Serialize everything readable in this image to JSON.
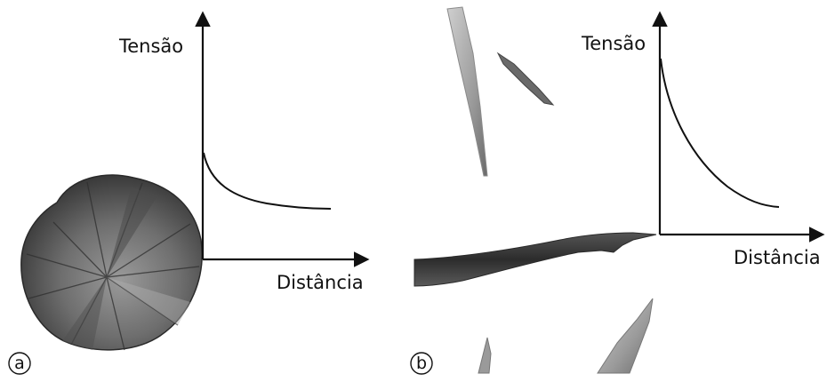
{
  "panels": [
    {
      "letter": "a",
      "y_axis_label": "Tensão",
      "x_axis_label": "Distância",
      "curve_shape": "decay-gentle"
    },
    {
      "letter": "b",
      "y_axis_label": "Tensão",
      "x_axis_label": "Distância",
      "curve_shape": "decay-steep"
    }
  ],
  "colors": {
    "ink": "#111111",
    "background": "#ffffff",
    "photo_dark": "#3e3e3e",
    "photo_mid": "#8a8a8a",
    "photo_light": "#c8c8c8"
  }
}
